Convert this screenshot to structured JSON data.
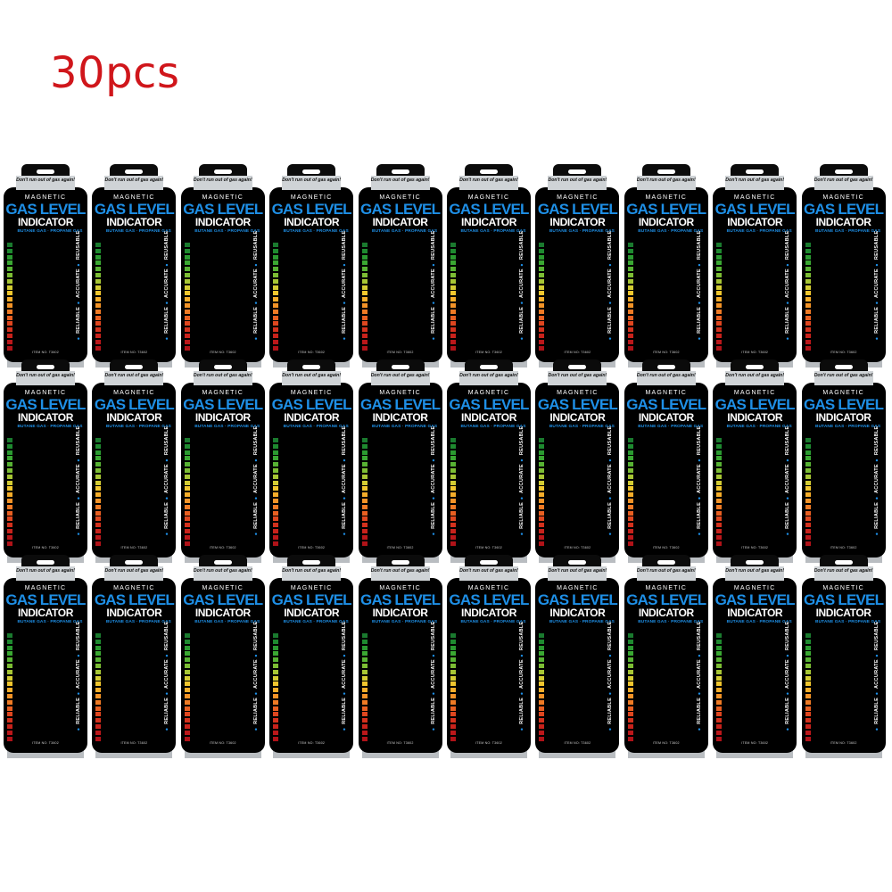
{
  "quantity_label": "30pcs",
  "colors": {
    "quantity_red": "#d0161b",
    "card_black": "#000000",
    "title_blue": "#1e8fe6",
    "band_grey": "#b9bdc1"
  },
  "card": {
    "slogan": "Don't run out of gas again!",
    "magnetic": "MAGNETIC",
    "gas_level": "GAS LEVEL",
    "indicator": "INDICATOR",
    "subtitle": "BUTANE GAS · PROPANE GAS",
    "side_words": [
      "RELIABLE",
      "ACCURATE",
      "REUSABLE"
    ],
    "item_no": "ITEM NO: T3602",
    "gauge_colors": [
      "#1a7a2e",
      "#1e8a2f",
      "#2a9a30",
      "#3aa832",
      "#57b233",
      "#7cbd34",
      "#a7c634",
      "#d3cc33",
      "#f0c62e",
      "#f5ad2a",
      "#f39327",
      "#ef7a24",
      "#e85f21",
      "#df461f",
      "#d3311d",
      "#c8221b",
      "#bb171a",
      "#b01218"
    ],
    "rows": 3,
    "columns": 10,
    "total": 30
  }
}
